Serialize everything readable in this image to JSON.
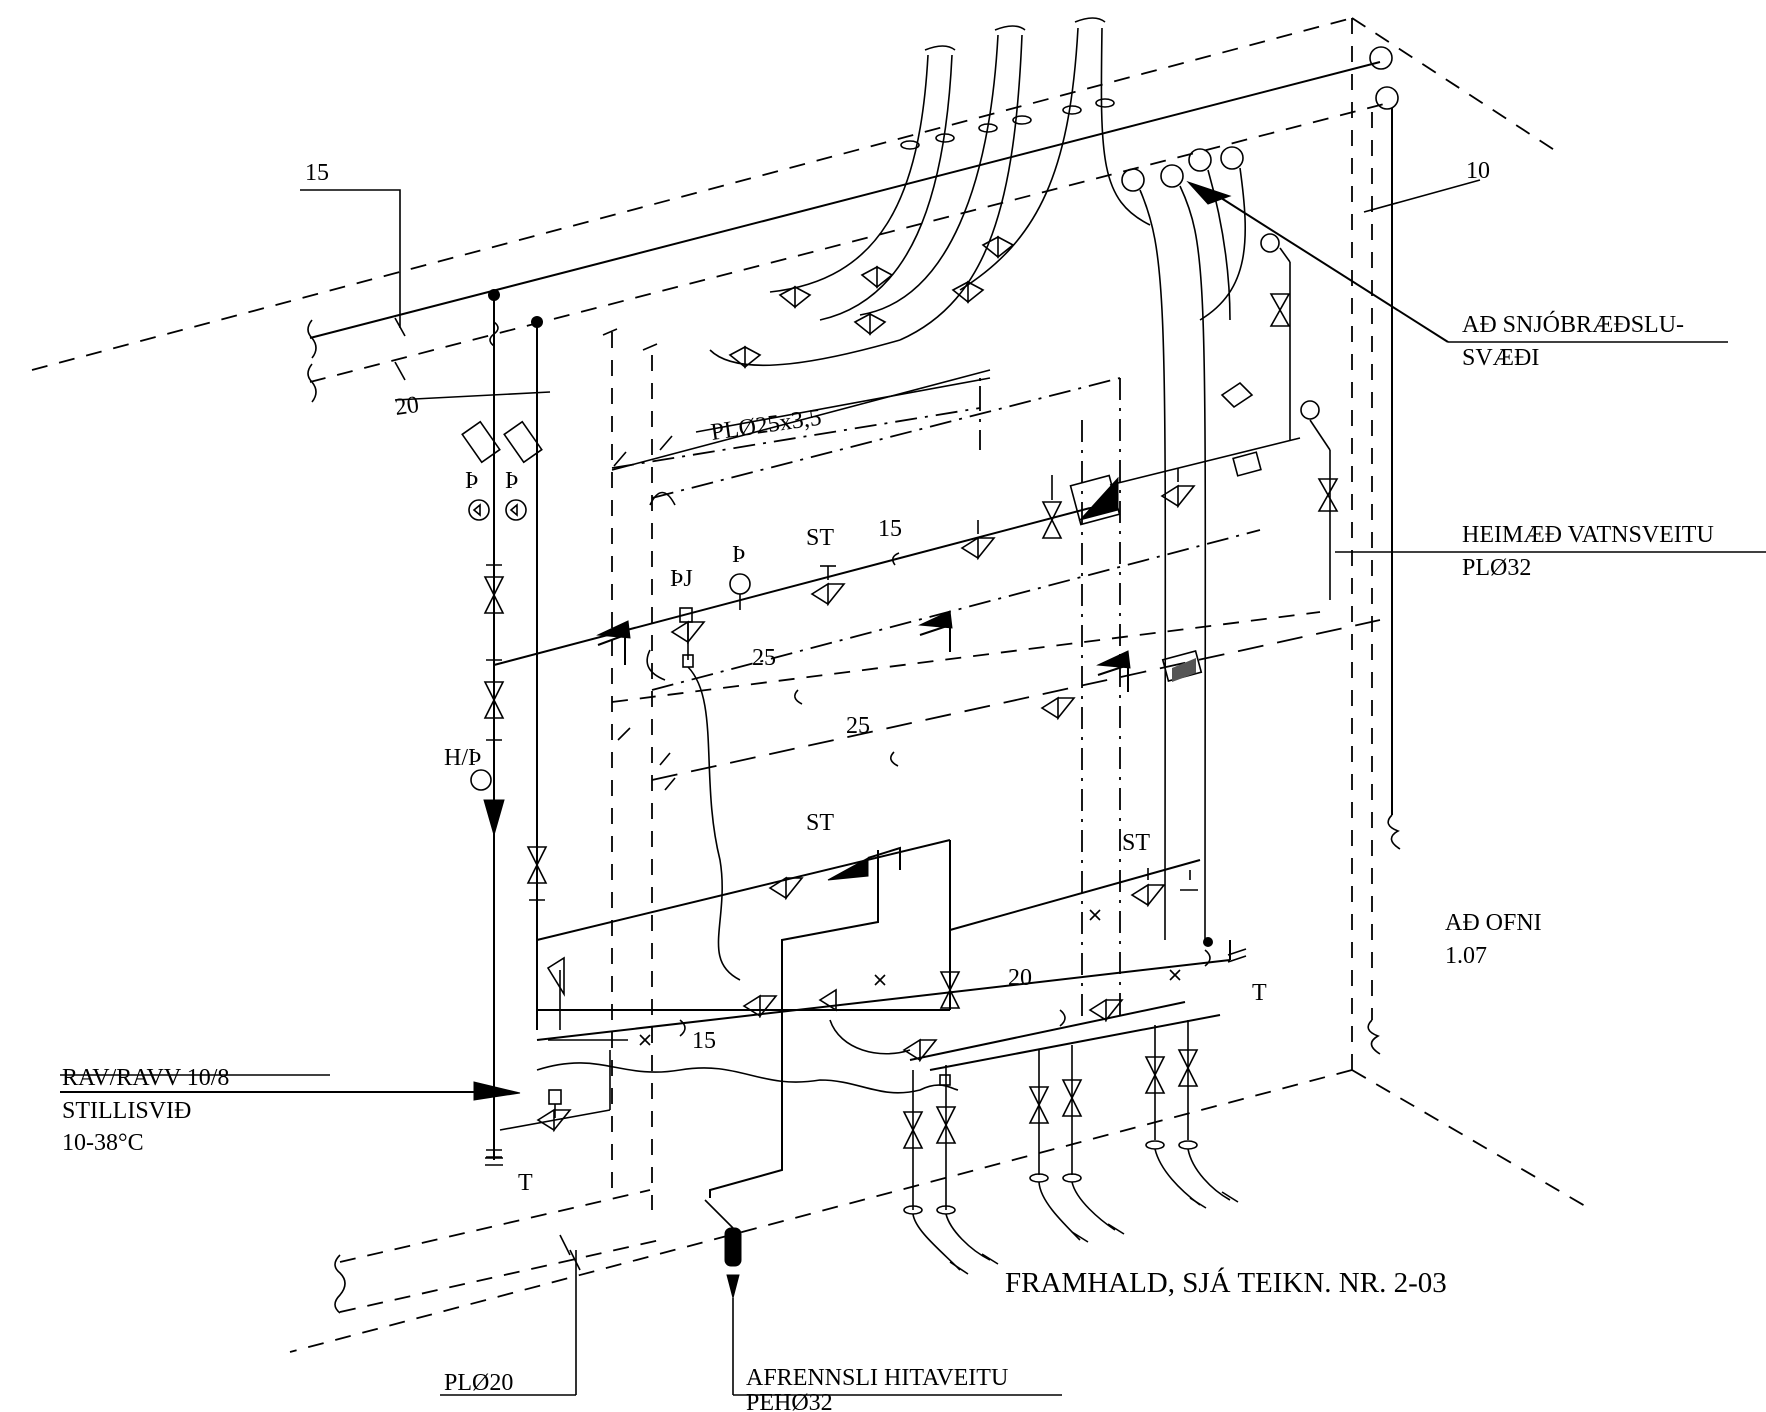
{
  "labels": {
    "dim_15_top": "15",
    "dim_10": "10",
    "dim_20_left": "20",
    "pl_25": "PLØ25x3,5",
    "ad_snjo_1": "AÐ SNJÓBRÆÐSLU-",
    "ad_snjo_2": "SVÆÐI",
    "heimaed_1": "HEIMÆÐ VATNSVEITU",
    "heimaed_2": "PLØ32",
    "p1": "Þ",
    "p2": "Þ",
    "pj": "ÞJ",
    "p3": "Þ",
    "st1": "ST",
    "dim_15_mid": "15",
    "dim_25_a": "25",
    "dim_25_b": "25",
    "hp": "H/Þ",
    "st2": "ST",
    "st3": "ST",
    "dim_20_low": "20",
    "dim_15_low": "15",
    "t_right": "T",
    "ad_ofni_1": "AÐ OFNI",
    "ad_ofni_2": "1.07",
    "rav_1": "RAV/RAVV 10/8",
    "rav_2": "STILLISVIÐ",
    "rav_3": "10-38°C",
    "t_left": "T",
    "framhald": "FRAMHALD, SJÁ TEIKN. NR. 2-03",
    "pl20": "PLØ20",
    "afrennsli_1": "AFRENNSLI HITAVEITU",
    "afrennsli_2": "PEHØ32"
  }
}
